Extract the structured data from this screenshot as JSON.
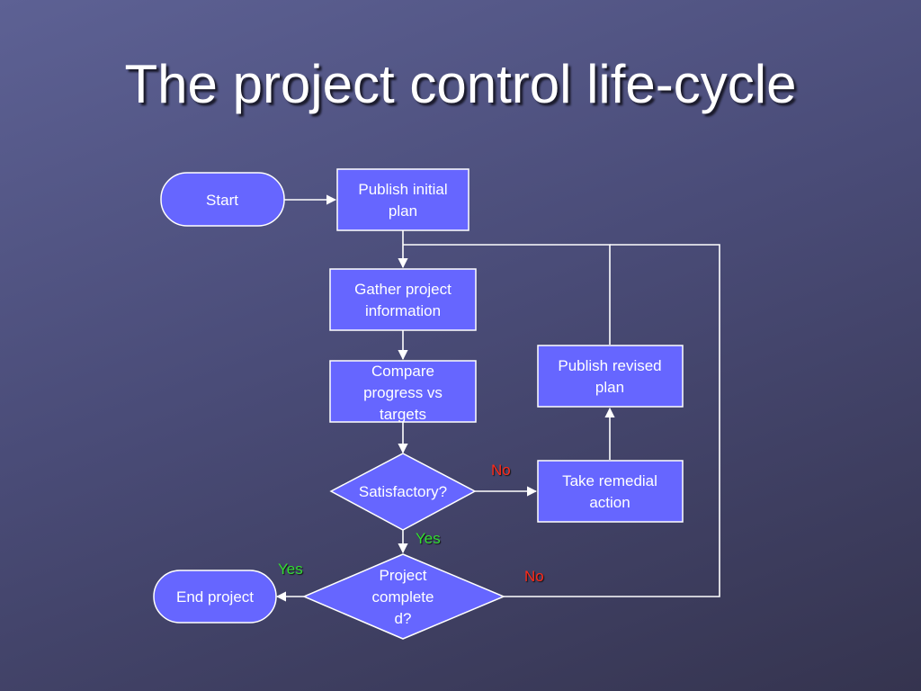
{
  "title": "The project control life-cycle",
  "nodes": {
    "start": "Start",
    "publish_initial": [
      "Publish initial",
      "plan"
    ],
    "gather": [
      "Gather project",
      "information"
    ],
    "compare": [
      "Compare",
      "progress vs",
      "targets"
    ],
    "satisfactory": "Satisfactory?",
    "remedial": [
      "Take remedial",
      "action"
    ],
    "publish_revised": [
      "Publish revised",
      "plan"
    ],
    "complete": [
      "Project",
      "complete",
      "d?"
    ],
    "end": "End project"
  },
  "edge_labels": {
    "satisfactory_no": "No",
    "satisfactory_yes": "Yes",
    "complete_yes": "Yes",
    "complete_no": "No"
  },
  "colors": {
    "node_fill": "#6666ff",
    "yes": "#33dd33",
    "no": "#ff2a1a"
  }
}
